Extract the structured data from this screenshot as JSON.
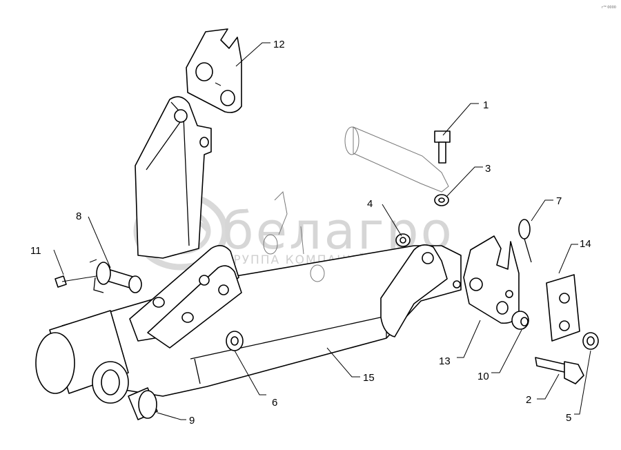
{
  "watermark": {
    "brand": "белагро",
    "subtitle": "ГРУППА КОМПАНИЙ"
  },
  "corner_note": "г⁵⁹ 0000",
  "callouts": [
    "1",
    "2",
    "3",
    "4",
    "5",
    "6",
    "7",
    "8",
    "9",
    "10",
    "11",
    "12",
    "13",
    "14",
    "15"
  ]
}
